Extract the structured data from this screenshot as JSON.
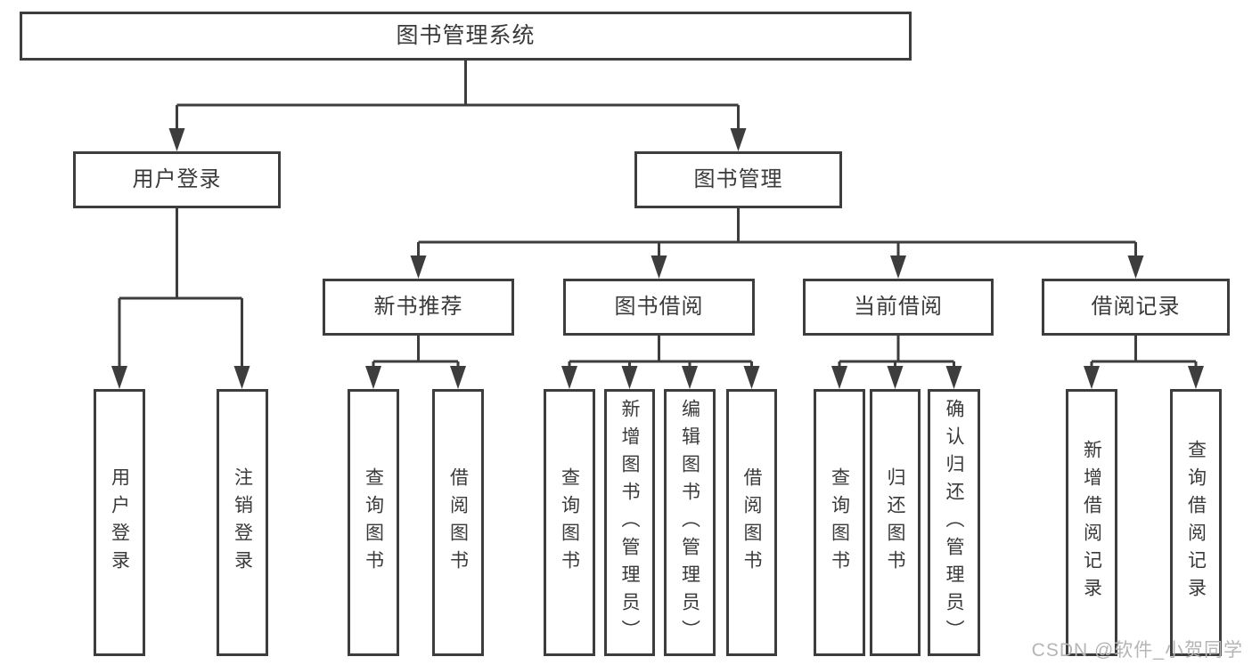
{
  "title": "图书管理系统",
  "tree": {
    "root": "图书管理系统",
    "level2": [
      "用户登录",
      "图书管理"
    ],
    "level3": [
      "新书推荐",
      "图书借阅",
      "当前借阅",
      "借阅记录"
    ],
    "leaves_user_login": [
      "用户登录",
      "注销登录"
    ],
    "leaves_new_books": [
      "查询图书",
      "借阅图书"
    ],
    "leaves_book_borrow": [
      "查询图书",
      "新增图书（管理员）",
      "编辑图书（管理员）",
      "借阅图书"
    ],
    "leaves_current_borrow": [
      "查询图书",
      "归还图书",
      "确认归还（管理员）"
    ],
    "leaves_borrow_records": [
      "新增借阅记录",
      "查询借阅记录"
    ]
  },
  "watermark": "CSDN @软件_小贺同学",
  "colors": {
    "line": "#3d3d3d",
    "text": "#3a3a3a",
    "watermark": "#b5b5b5",
    "background": "#ffffff"
  }
}
